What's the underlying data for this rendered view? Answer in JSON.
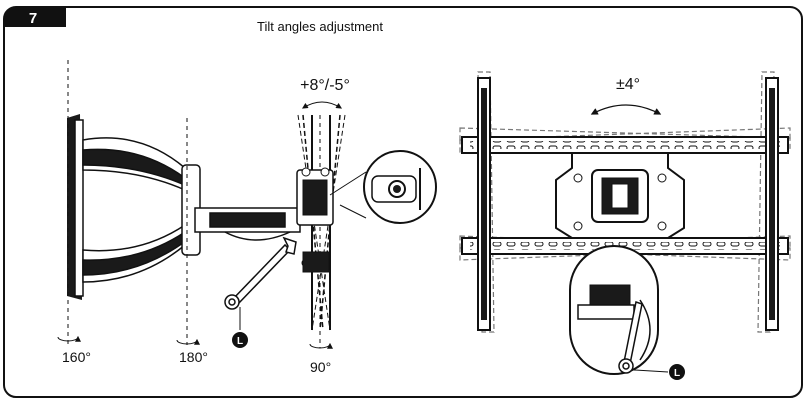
{
  "step": {
    "number": "7",
    "title": "Tilt angles adjustment"
  },
  "arm_view": {
    "tilt_label": "+8°/-5°",
    "rotation_labels": [
      "160°",
      "180°",
      "90°"
    ],
    "tool_marker": "L"
  },
  "plate_view": {
    "tilt_label": "±4°",
    "tool_marker": "L"
  },
  "colors": {
    "ink": "#111111",
    "badge": "#111111",
    "dashed": "#777777",
    "arm_shade": "#1a1a1a"
  },
  "icons": [
    "wrench-icon",
    "rotation-arrow-icon",
    "tilt-arrow-icon",
    "tool-marker-icon"
  ]
}
